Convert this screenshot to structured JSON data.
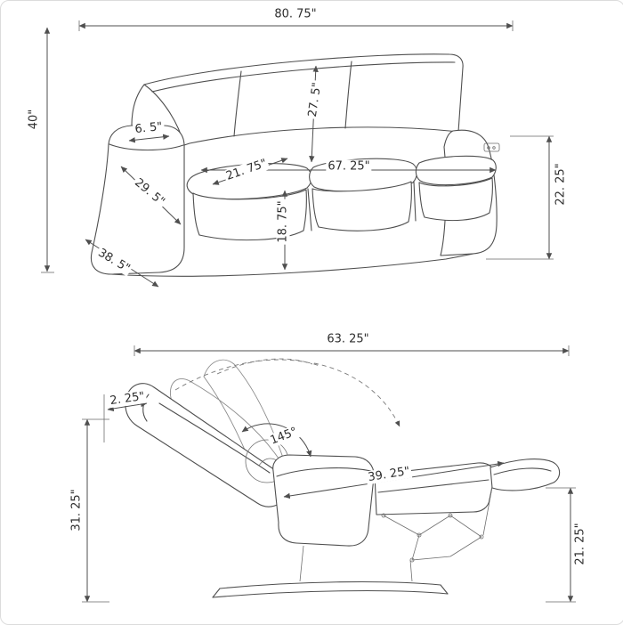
{
  "diagram": {
    "background": "#ffffff",
    "line_color": "#4f4f4f"
  },
  "sofa_view": {
    "labels": {
      "overall_width": "80. 75\"",
      "overall_height": "40\"",
      "arm_top_width": "6. 5\"",
      "back_cushion_height": "27. 5\"",
      "seat_depth": "21. 75\"",
      "seat_width": "67. 25\"",
      "arm_diagonal_height": "29. 5\"",
      "seat_height": "18. 75\"",
      "arm_height": "22. 25\"",
      "overall_depth": "38. 5\""
    }
  },
  "recliner_view": {
    "labels": {
      "reclined_length": "63. 25\"",
      "wall_clearance": "2. 25\"",
      "recline_angle": "145°",
      "seat_to_footrest_length": "39. 25\"",
      "overall_height": "31. 25\"",
      "footrest_floor_height": "21. 25\""
    }
  }
}
